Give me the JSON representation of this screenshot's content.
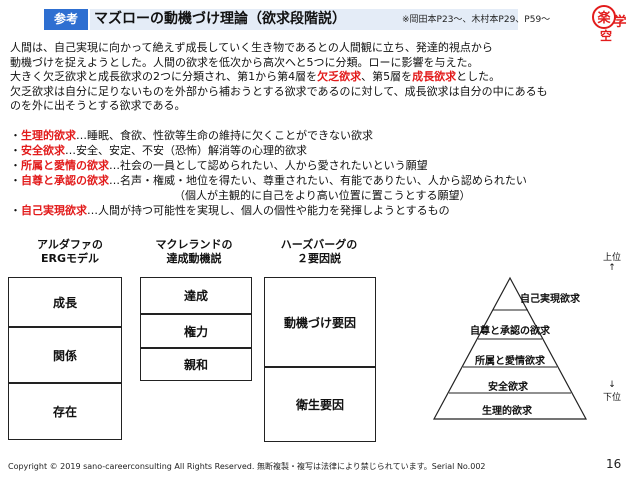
{
  "header": {
    "tag": "参考",
    "title": "マズローの動機づけ理論（欲求段階説）",
    "reference": "※岡田本P23～、木村本P29、P59～",
    "logo_icon": "rakugaku-logo"
  },
  "intro": {
    "line1": "人間は、自己実現に向かって絶えず成長していく生き物であるとの人間観に立ち、発達的視点から",
    "line2": "動機づけを捉えようとした。人間の欲求を低次から高次へと5つに分類。ローに影響を与えた。",
    "line3_a": "大きく欠乏欲求と成長欲求の2つに分類され、第1から第4層を",
    "line3_red1": "欠乏欲求",
    "line3_b": "、第5層を",
    "line3_red2": "成長欲求",
    "line3_c": "とした。",
    "line4": "欠乏欲求は自分に足りないものを外部から補おうとする欲求であるのに対して、成長欲求は自分の中にあるも",
    "line5": "のを外に出そうとする欲求である。"
  },
  "needs_list": [
    {
      "term": "生理的欲求",
      "desc": "…睡眠、食欲、性欲等生命の維持に欠くことができない欲求"
    },
    {
      "term": "安全欲求",
      "desc": "…安全、安定、不安（恐怖）解消等の心理的欲求"
    },
    {
      "term": "所属と愛情の欲求",
      "desc": "…社会の一員として認められたい、人から愛されたいという願望"
    },
    {
      "term": "自尊と承認の欲求",
      "desc": "…名声・権威・地位を得たい、尊重されたい、有能でありたい、人から認められたい"
    },
    {
      "term": "",
      "desc": "（個人が主観的に自己をより高い位置に置こうとする願望）"
    },
    {
      "term": "自己実現欲求",
      "desc": "…人間が持つ可能性を実現し、個人の個性や能力を発揮しようとするもの"
    }
  ],
  "models": {
    "alderfer": {
      "title1": "アルダファの",
      "title2": "ERGモデル",
      "items": [
        "成長",
        "関係",
        "存在"
      ]
    },
    "mcclelland": {
      "title1": "マクレランドの",
      "title2": "達成動機説",
      "items": [
        "達成",
        "権力",
        "親和"
      ]
    },
    "herzberg": {
      "title1": "ハーズバーグの",
      "title2": "２要因説",
      "items": [
        "動機づけ要因",
        "衛生要因"
      ]
    }
  },
  "pyramid": {
    "top_label": "上位",
    "bottom_label": "下位",
    "up_arrow": "↑",
    "down_arrow": "↓",
    "levels": [
      "自己実現欲求",
      "自尊と承認の欲求",
      "所属と愛情欲求",
      "安全欲求",
      "生理的欲求"
    ]
  },
  "footer": {
    "copyright": "Copyright © 2019 sano-careerconsulting All Rights Reserved.",
    "notice": "無断複製・複写は法律により禁じられています。Serial No.002",
    "page": "16"
  }
}
